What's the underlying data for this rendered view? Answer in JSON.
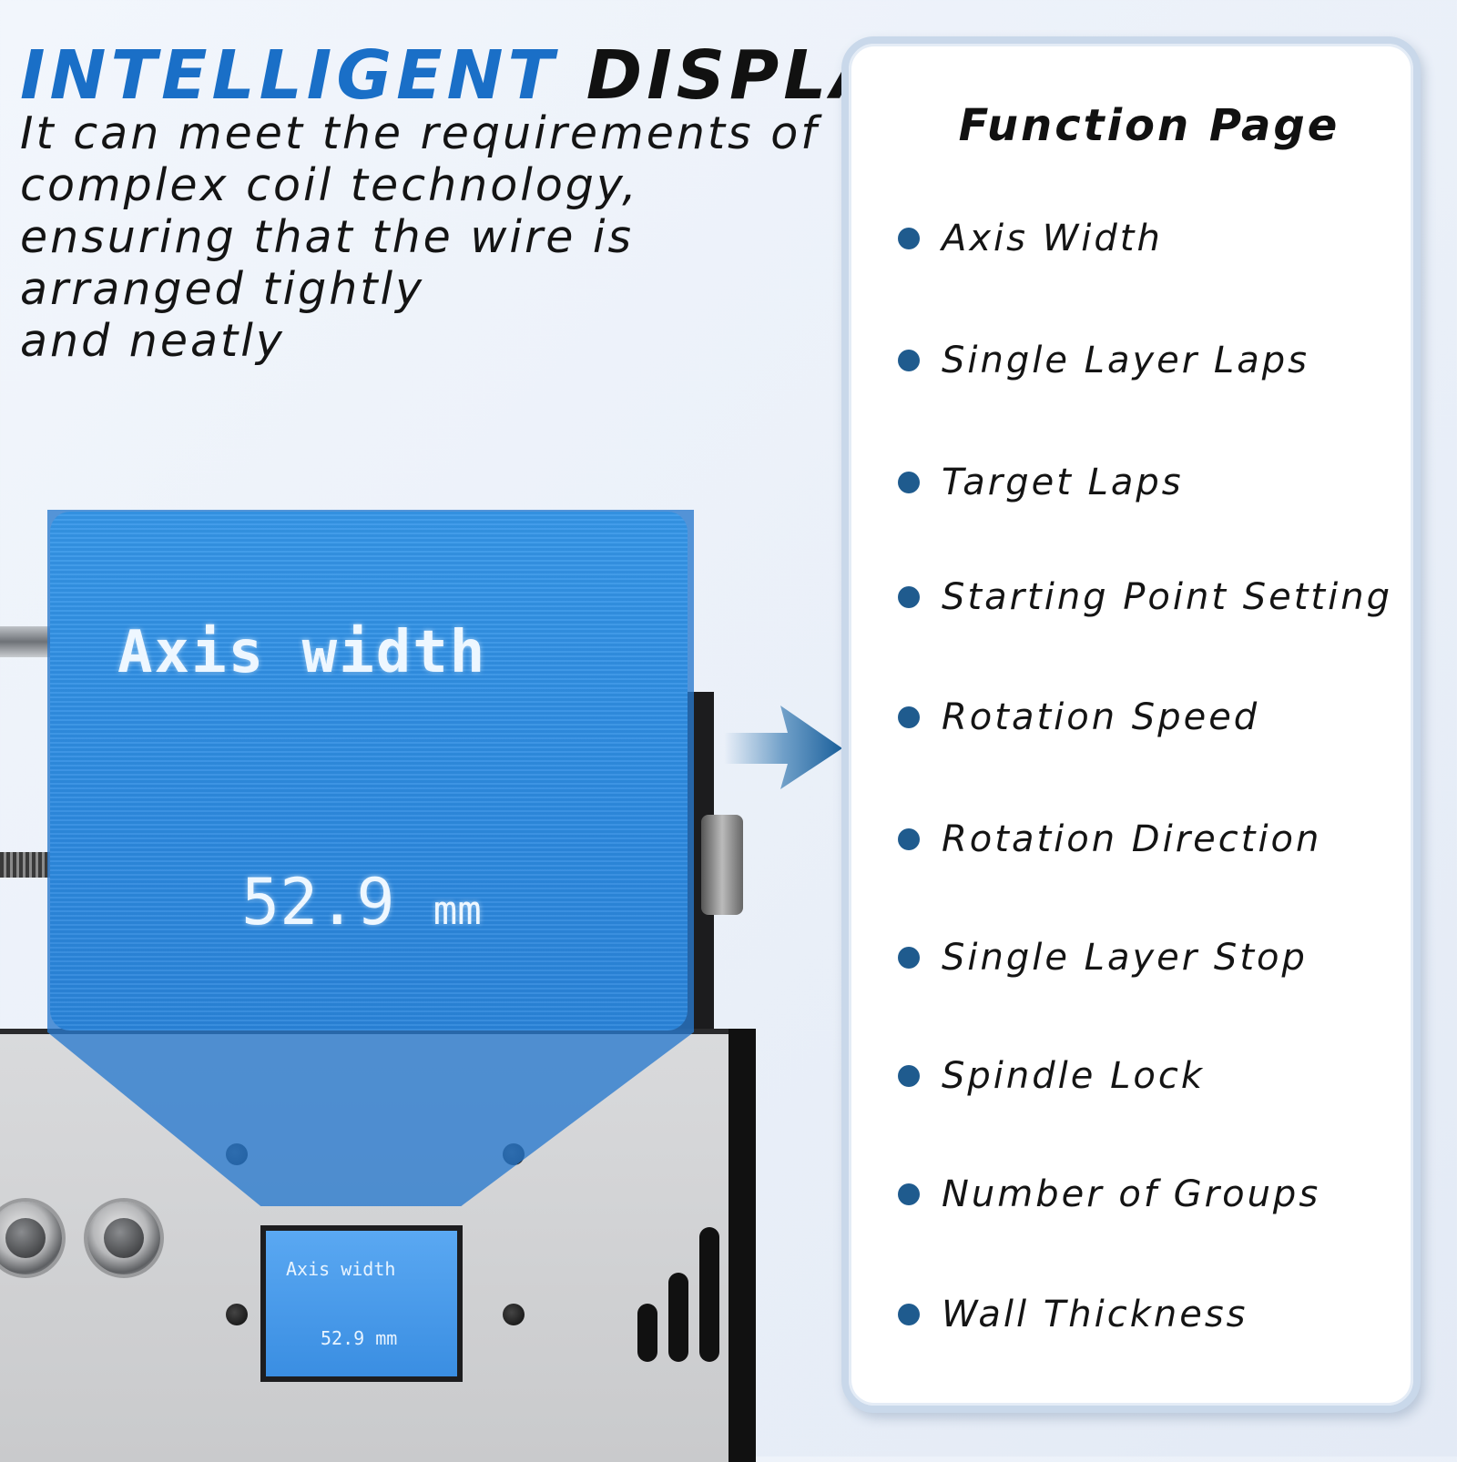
{
  "headline": {
    "word1": "INTELLIGENT",
    "word2": "DISPLAY"
  },
  "description": "It can meet the requirements of\ncomplex coil technology,\nensuring that the wire is\narranged tightly\nand neatly",
  "display": {
    "label": "Axis width",
    "value": "52.9",
    "unit": "mm"
  },
  "small_display": {
    "label": "Axis width",
    "value": "52.9 mm"
  },
  "panel": {
    "title": "Function Page",
    "items": [
      "Axis Width",
      "Single Layer Laps",
      "Target Laps",
      "Starting Point Setting",
      "Rotation Speed",
      "Rotation Direction",
      "Single Layer Stop",
      "Spindle Lock",
      "Number of Groups",
      "Wall Thickness"
    ]
  },
  "colors": {
    "accent": "#1a6fc7",
    "bullet": "#1f5b8e",
    "screen": "#2d8ae0"
  },
  "icons": {
    "arrow": "arrow-right-icon"
  }
}
